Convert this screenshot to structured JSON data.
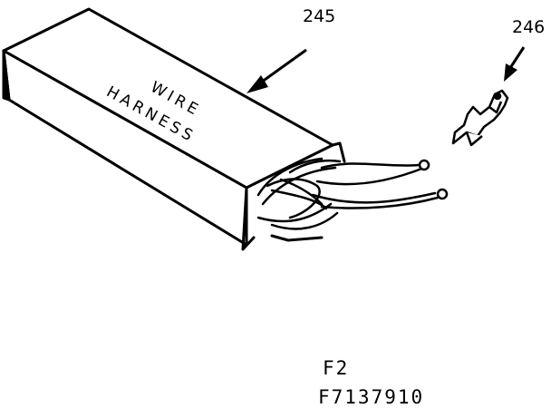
{
  "callouts": {
    "harness_number": "245",
    "terminal_number": "246"
  },
  "box_label": {
    "line1": "WIRE",
    "line2": "HARNESS"
  },
  "figure_code": "F2",
  "part_code": "F7137910",
  "colors": {
    "ink": "#000000",
    "background": "#ffffff"
  }
}
